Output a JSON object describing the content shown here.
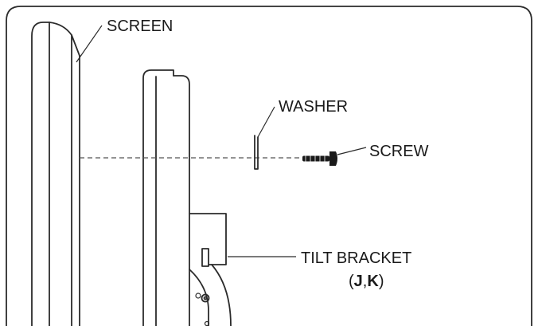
{
  "labels": {
    "screen": "SCREEN",
    "washer": "WASHER",
    "screw": "SCREW",
    "tilt_bracket": "TILT BRACKET",
    "paren_open": "(",
    "part_j": "J",
    "comma": ",",
    "part_k": "K",
    "paren_close": ")"
  },
  "colors": {
    "line": "#2b2b2b",
    "text": "#1a1a1a",
    "background": "#ffffff"
  }
}
